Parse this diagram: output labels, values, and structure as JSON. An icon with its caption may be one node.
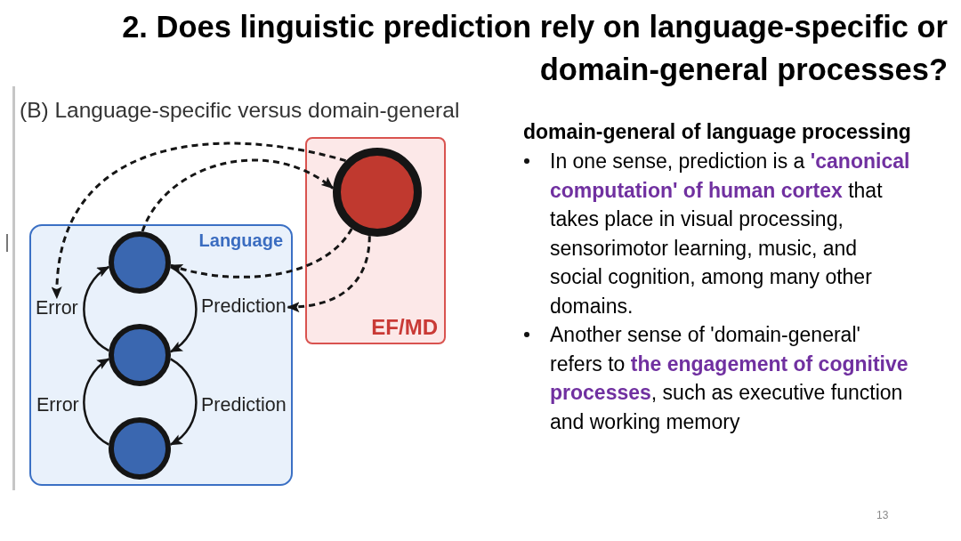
{
  "diagram": {
    "title": "2. Does linguistic prediction rely on language-specific or domain-general processes?",
    "nodes": [
      {
        "text": [
          "EF/MD"
        ]
      },
      {
        "text": [],
        "shape": "circle",
        "in": 0
      },
      {
        "text": [
          "Language"
        ]
      },
      {
        "text": [],
        "shape": "circle",
        "in": 2
      },
      {
        "text": [
          "Error"
        ],
        "in": 2
      },
      {
        "text": [
          "Prediction"
        ],
        "in": 2
      },
      {
        "text": [],
        "shape": "circle",
        "in": 2
      },
      {
        "text": [],
        "shape": "circle",
        "in": 2
      }
    ],
    "edges": [
      {
        "from": 3,
        "to": 1,
        "arrow": "to",
        "style": "dashed"
      },
      {
        "from": 1,
        "to": 4,
        "arrow": "to",
        "style": "dashed"
      },
      {
        "from": 1,
        "to": 3,
        "arrow": "to",
        "style": "dashed"
      },
      {
        "from": 1,
        "to": 5,
        "arrow": "to",
        "style": "dashed"
      },
      {
        "from": 6,
        "to": 3,
        "arrow": "to"
      },
      {
        "from": 3,
        "to": 6,
        "arrow": "to"
      },
      {
        "from": 7,
        "to": 6,
        "arrow": "to",
        "label": "Error"
      },
      {
        "from": 6,
        "to": 7,
        "arrow": "to",
        "label": "Prediction"
      }
    ],
    "labels": [
      "(B) Language-specific versus domain-general",
      "domain-general of language processing",
      "In one sense, prediction is a **'canonical computation' of human cortex** that takes place in visual processing, sensorimotor learning, music, and social cognition, among many other domains.",
      "Another sense of 'domain-general' refers to **the engagement of cognitive processes**, such as executive function and working memory",
      "13"
    ]
  }
}
